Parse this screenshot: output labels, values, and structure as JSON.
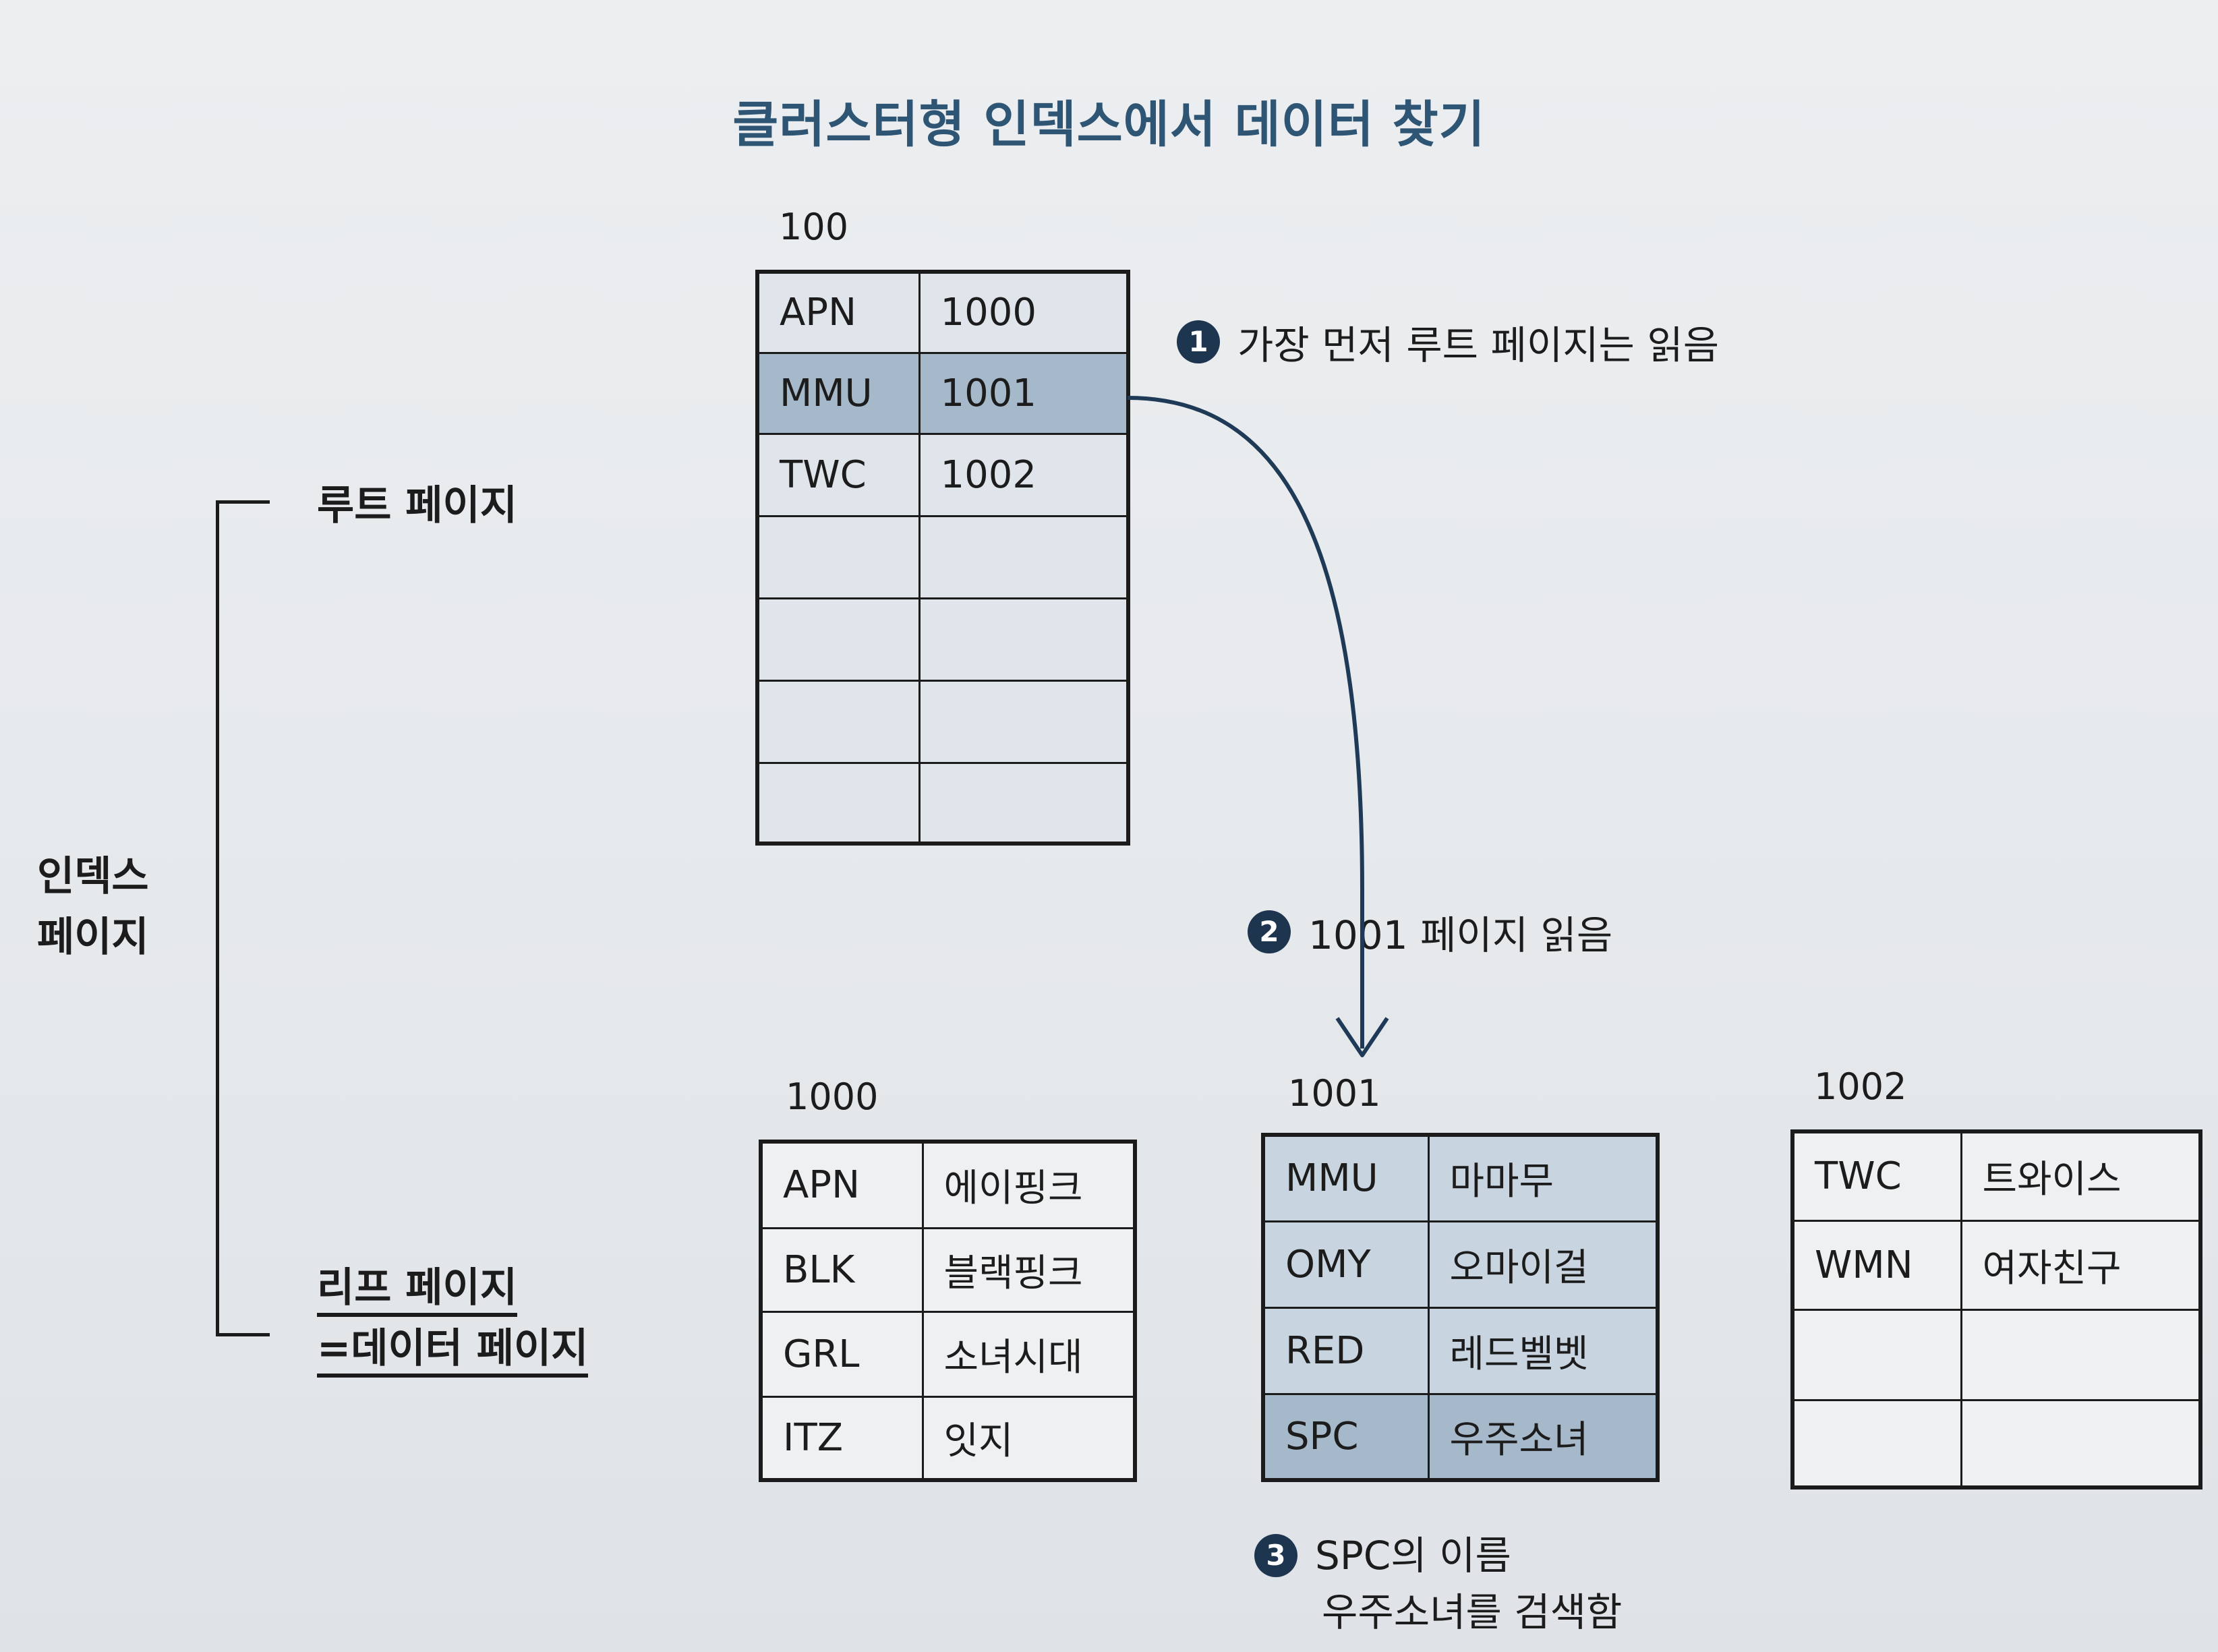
{
  "title": "클러스터형 인덱스에서 데이터 찾기",
  "side_labels": {
    "root": "루트 페이지",
    "index": [
      "인덱스",
      "페이지"
    ],
    "leaf_line1": "리프 페이지",
    "leaf_line2": "=데이터 페이지"
  },
  "root_page": {
    "id": "100",
    "rows": [
      [
        "APN",
        "1000"
      ],
      [
        "MMU",
        "1001"
      ],
      [
        "TWC",
        "1002"
      ],
      [
        "",
        ""
      ],
      [
        "",
        ""
      ],
      [
        "",
        ""
      ],
      [
        "",
        ""
      ]
    ],
    "highlighted_row": 1
  },
  "leaf_pages": [
    {
      "id": "1000",
      "rows": [
        [
          "APN",
          "에이핑크"
        ],
        [
          "BLK",
          "블랙핑크"
        ],
        [
          "GRL",
          "소녀시대"
        ],
        [
          "ITZ",
          "잇지"
        ]
      ]
    },
    {
      "id": "1001",
      "rows": [
        [
          "MMU",
          "마마무"
        ],
        [
          "OMY",
          "오마이걸"
        ],
        [
          "RED",
          "레드벨벳"
        ],
        [
          "SPC",
          "우주소녀"
        ]
      ],
      "highlighted_row": 3
    },
    {
      "id": "1002",
      "rows": [
        [
          "TWC",
          "트와이스"
        ],
        [
          "WMN",
          "여자친구"
        ],
        [
          "",
          ""
        ],
        [
          "",
          ""
        ]
      ]
    }
  ],
  "steps": [
    {
      "num": "1",
      "text": "가장 먼저 루트 페이지는 읽음"
    },
    {
      "num": "2",
      "text": "1001 페이지 읽음"
    },
    {
      "num": "3",
      "text_lines": [
        "SPC의 이름",
        "우주소녀를 검색함"
      ]
    }
  ]
}
